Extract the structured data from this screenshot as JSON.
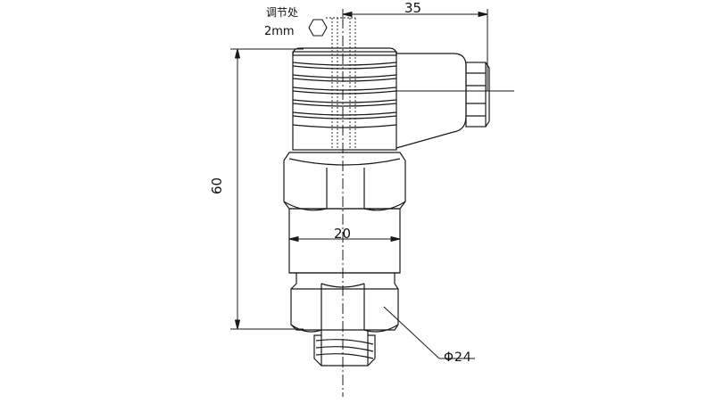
{
  "dimensions": {
    "top_width": "35",
    "total_height": "60",
    "body_width": "20",
    "diameter": "Φ24"
  },
  "adjustment_note": {
    "label": "调节处",
    "size": "2mm"
  },
  "colors": {
    "line": "#1a1a1a",
    "background": "#ffffff"
  }
}
